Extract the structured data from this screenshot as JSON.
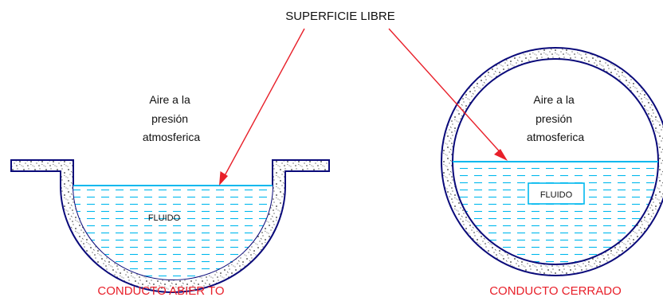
{
  "title": "SUPERFICIE LIBRE",
  "colors": {
    "wall": "#0a0a7a",
    "water": "#00b8ee",
    "arrow": "#e8202a",
    "caption": "#e8202a",
    "text": "#111111"
  },
  "open_channel": {
    "air_label": [
      "Aire a la",
      "presión",
      "atmosferica"
    ],
    "fluid_label": "FLUIDO",
    "caption": "CONDUCTO ABIER TO"
  },
  "closed_conduit": {
    "air_label": [
      "Aire a la",
      "presión",
      "atmosferica"
    ],
    "fluid_label": "FLUIDO",
    "caption": "CONDUCTO CERRADO"
  }
}
